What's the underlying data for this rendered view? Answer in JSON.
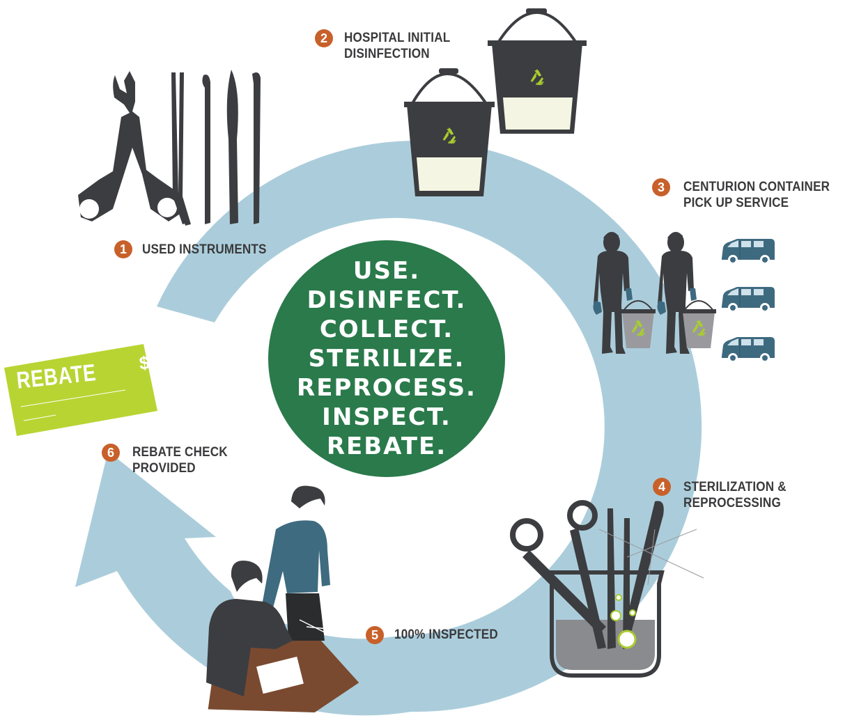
{
  "center": {
    "lines": [
      "USE.",
      "DISINFECT.",
      "COLLECT.",
      "STERILIZE.",
      "REPROCESS.",
      "INSPECT.",
      "REBATE."
    ]
  },
  "steps": [
    {
      "number": "1",
      "lines": [
        "USED INSTRUMENTS"
      ]
    },
    {
      "number": "2",
      "lines": [
        "HOSPITAL INITIAL",
        "DISINFECTION"
      ]
    },
    {
      "number": "3",
      "lines": [
        "CENTURION CONTAINER",
        "PICK UP SERVICE"
      ]
    },
    {
      "number": "4",
      "lines": [
        "STERILIZATION &",
        "REPROCESSING"
      ]
    },
    {
      "number": "5",
      "lines": [
        "100% INSPECTED"
      ]
    },
    {
      "number": "6",
      "lines": [
        "REBATE CHECK",
        "PROVIDED"
      ]
    }
  ],
  "rebate_check": {
    "word": "REBATE",
    "symbol": "$"
  },
  "colors": {
    "cycle_arrow": "#abcddb",
    "center_circle": "#2a7a4b",
    "badge": "#c8602a",
    "label_text": "#3a3a3c",
    "silhouette": "#3c3d40",
    "van": "#3e6a80",
    "shirt": "#3f6b80",
    "check": "#b8d433",
    "table": "#7a4a30",
    "recycle": "#a9cc2f"
  },
  "icons": [
    "surgical-instruments-icon",
    "disinfection-bucket-icon",
    "recycle-icon",
    "worker-icon",
    "van-icon",
    "sterilization-beaker-icon",
    "inspector-icon",
    "rebate-check-icon"
  ]
}
